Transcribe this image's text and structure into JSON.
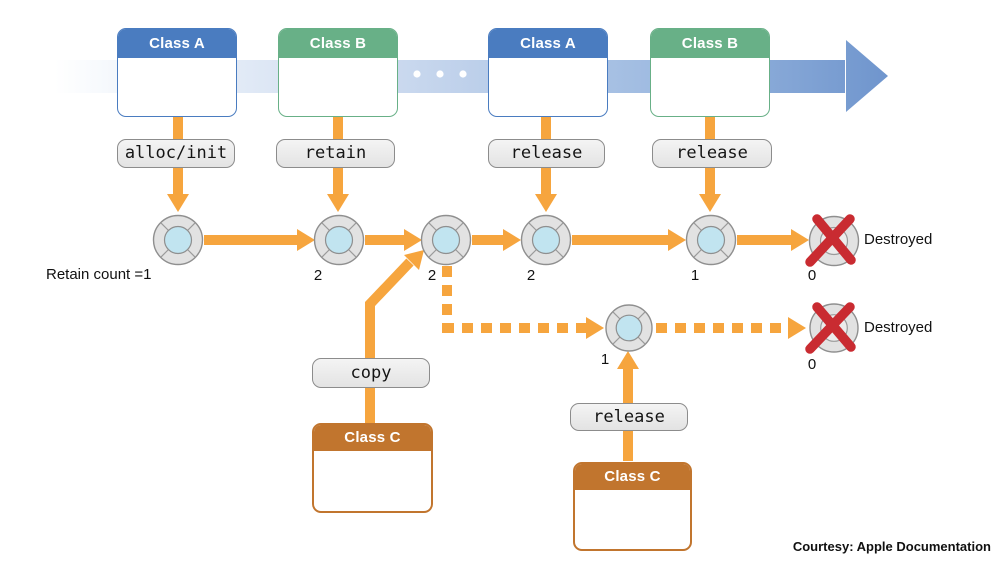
{
  "colors": {
    "class_a_blue": "#4a7cc0",
    "class_b_green": "#68b087",
    "class_c_orange": "#c1752e",
    "arrow_orange": "#f6a53e",
    "timeline_blue": "#6f95cd",
    "destroyed_red": "#c92b31",
    "object_core_blue": "#c1e4f0",
    "pill_gray": "#e9e9e9"
  },
  "boxes": [
    {
      "label": "Class A"
    },
    {
      "label": "Class B"
    },
    {
      "label": "Class A"
    },
    {
      "label": "Class B"
    },
    {
      "label": "Class C"
    },
    {
      "label": "Class C"
    }
  ],
  "actions": [
    {
      "label": "alloc/init"
    },
    {
      "label": "retain"
    },
    {
      "label": "release"
    },
    {
      "label": "release"
    },
    {
      "label": "copy"
    },
    {
      "label": "release"
    }
  ],
  "row1": {
    "lead_label": "Retain count =1",
    "counts": [
      "2",
      "2",
      "2",
      "1",
      "0"
    ],
    "destroyed": "Destroyed"
  },
  "row2": {
    "counts": [
      "1",
      "0"
    ],
    "destroyed": "Destroyed"
  },
  "credit": "Courtesy: Apple Documentation"
}
